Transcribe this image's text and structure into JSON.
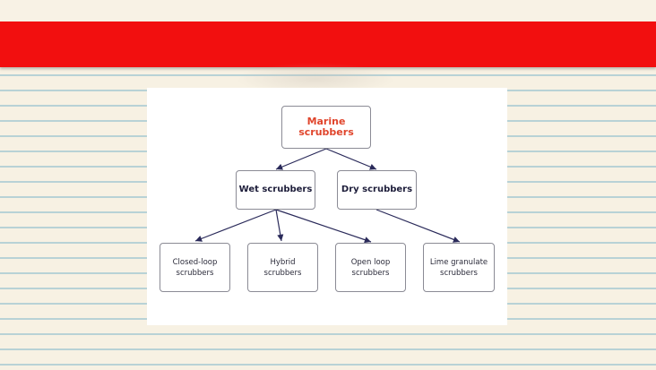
{
  "colors": {
    "banner": "#f20f0f",
    "root_text": "#e0452c",
    "arrow": "#2a2a5a"
  },
  "diagram": {
    "root": "Marine scrubbers",
    "wet": "Wet scrubbers",
    "dry": "Dry scrubbers",
    "closed_loop": "Closed-loop\nscrubbers",
    "hybrid": "Hybrid\nscrubbers",
    "open_loop": "Open loop\nscrubbers",
    "lime": "Lime granulate\nscrubbers"
  }
}
